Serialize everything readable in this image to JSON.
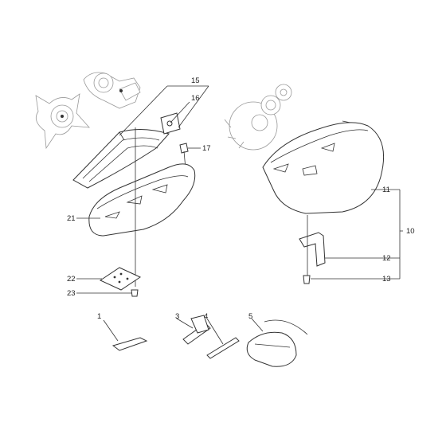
{
  "diagram": {
    "callouts": [
      {
        "id": "c15",
        "text": "15"
      },
      {
        "id": "c16",
        "text": "16"
      },
      {
        "id": "c17",
        "text": "17"
      },
      {
        "id": "c21",
        "text": "21"
      },
      {
        "id": "c22",
        "text": "22"
      },
      {
        "id": "c23",
        "text": "23"
      },
      {
        "id": "c11",
        "text": "11"
      },
      {
        "id": "c10",
        "text": "10"
      },
      {
        "id": "c12",
        "text": "12"
      },
      {
        "id": "c13",
        "text": "13"
      },
      {
        "id": "c1",
        "text": "1"
      },
      {
        "id": "c3",
        "text": "3"
      },
      {
        "id": "c4",
        "text": "4"
      },
      {
        "id": "c5",
        "text": "5"
      }
    ]
  },
  "colors": {
    "line": "#333333",
    "ghost": "#999999",
    "background": "#ffffff"
  }
}
